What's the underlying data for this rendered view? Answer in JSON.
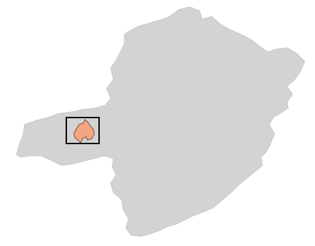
{
  "map": {
    "colors": {
      "background": "#ffffff",
      "state_fill": "#d3d3d3",
      "state_stroke": "#c9c9c9",
      "highlight_fill": "#f4a582",
      "highlight_stroke": "#6b4a3a",
      "frame_stroke": "#000000"
    },
    "regions": [
      {
        "name": "state-outline",
        "role": "background-region"
      },
      {
        "name": "highlighted-municipality",
        "role": "highlight"
      }
    ]
  }
}
